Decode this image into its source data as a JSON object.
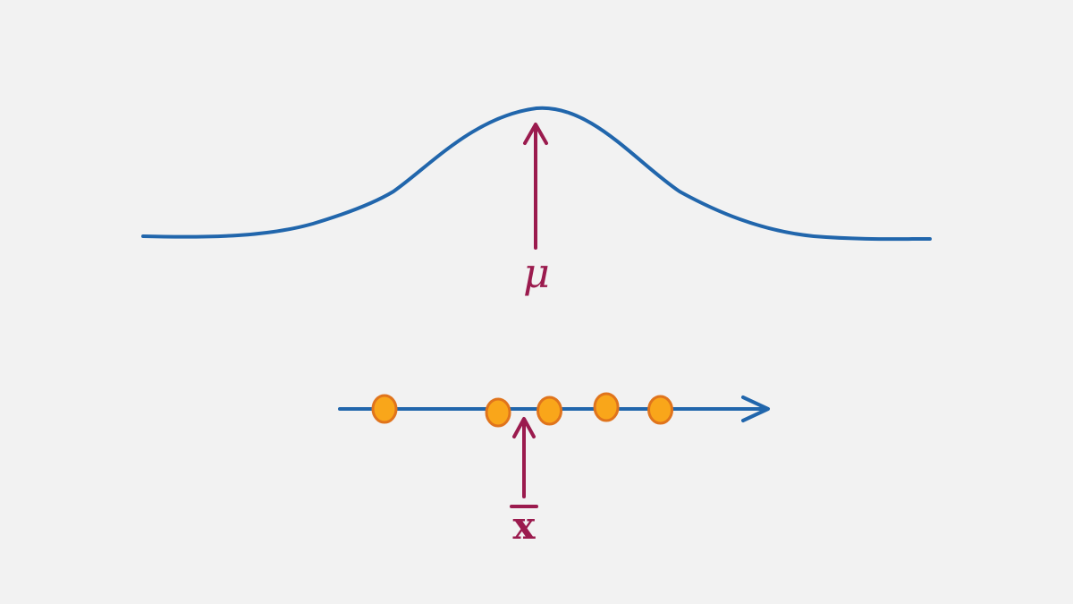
{
  "colors": {
    "background": "#f2f2f2",
    "curve": "#2166ac",
    "arrow": "#9b1b4e",
    "point_fill": "#f9a61a",
    "point_stroke": "#e0741c"
  },
  "labels": {
    "population_mean": "μ",
    "sample_mean": "x"
  },
  "icons": {
    "population_arrow": "arrow-up-icon",
    "sample_arrow": "arrow-up-icon",
    "axis_arrowhead": "arrow-right-icon"
  },
  "sample_points": [
    {
      "value": 1
    },
    {
      "value": 3.1
    },
    {
      "value": 4.05
    },
    {
      "value": 5.1
    },
    {
      "value": 6.1
    }
  ]
}
